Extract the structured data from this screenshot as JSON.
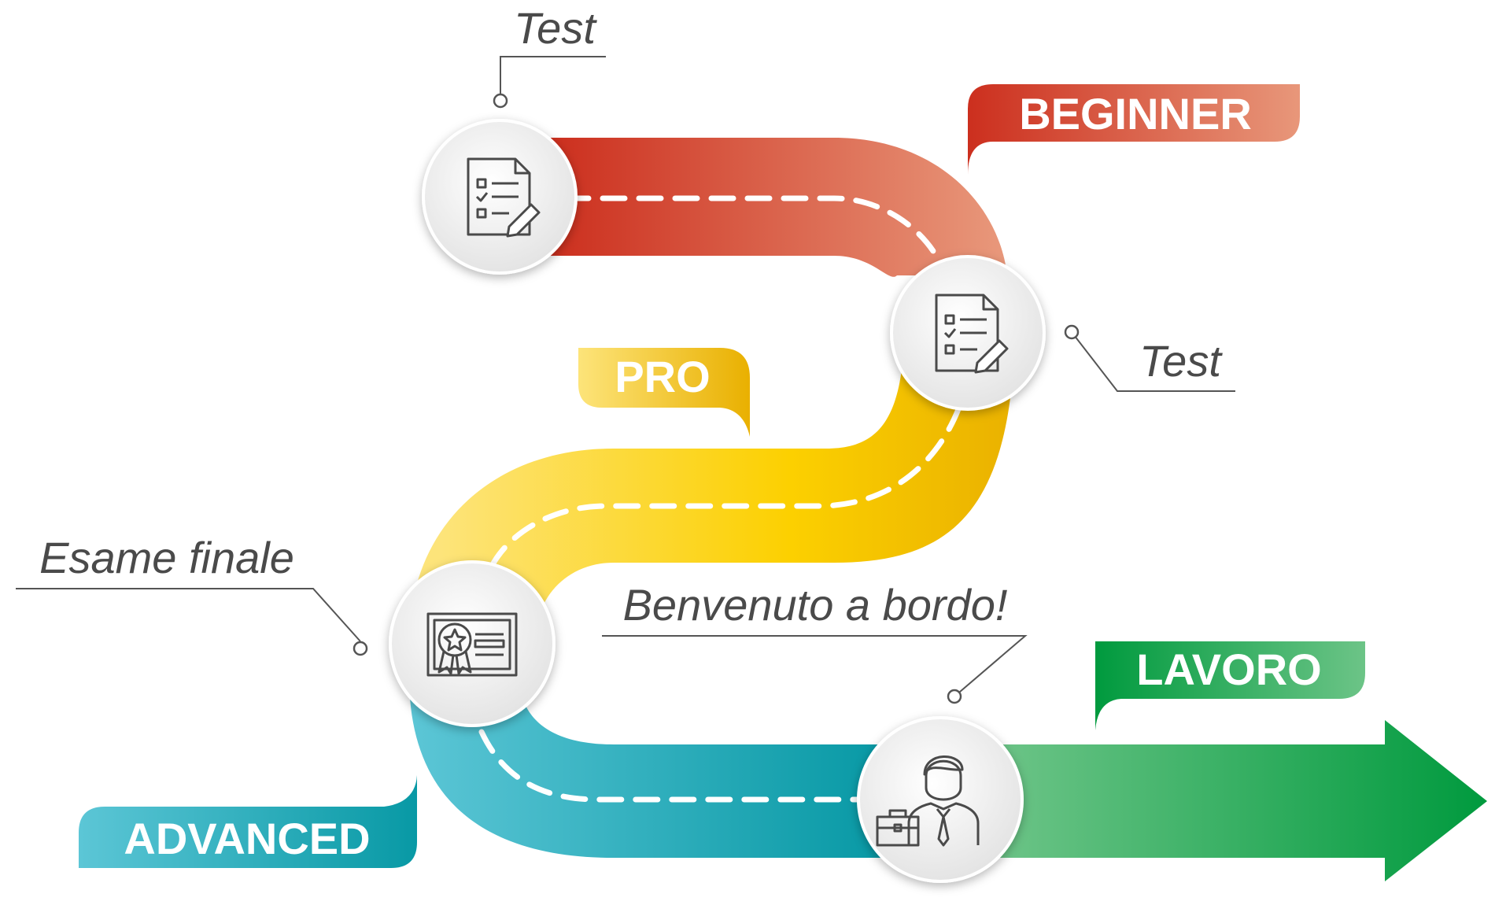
{
  "stages": [
    {
      "id": "beginner",
      "tag": "BEGINNER",
      "step_label": "Test",
      "icon": "test-document-icon",
      "color_from": "#cc2f1e",
      "color_to": "#e8977a"
    },
    {
      "id": "pro",
      "tag": "PRO",
      "step_label": "Test",
      "icon": "test-document-icon",
      "color_from": "#fde47a",
      "color_to": "#e9b000"
    },
    {
      "id": "advanced",
      "tag": "ADVANCED",
      "step_label": "Esame finale",
      "icon": "certificate-icon",
      "color_from": "#5cc6d6",
      "color_to": "#0899a5"
    },
    {
      "id": "lavoro",
      "tag": "LAVORO",
      "step_label": "Benvenuto a bordo!",
      "icon": "businessman-icon",
      "color_from": "#6cc487",
      "color_to": "#009a3e"
    }
  ],
  "colors": {
    "label_text": "#4a4a4a",
    "dash": "#ffffff",
    "leader_line": "#555555",
    "node_fill": "#f2f2f2"
  }
}
